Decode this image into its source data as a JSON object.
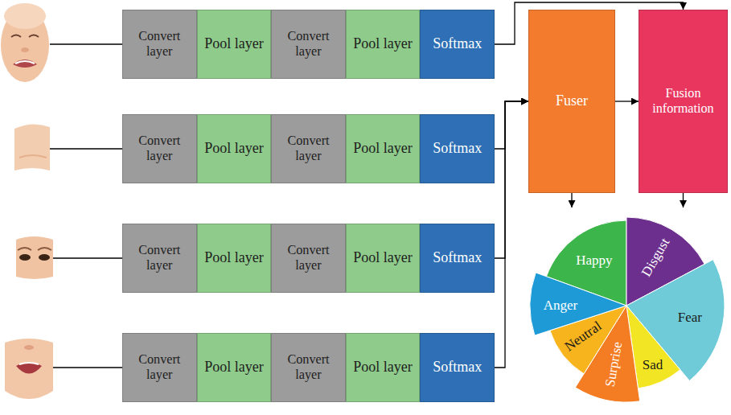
{
  "diagram": {
    "nodes": [
      {
        "text": [
          "Convert layer"
        ]
      },
      {
        "text": [
          "Pool layer"
        ]
      },
      {
        "text": [
          "Convert layer"
        ]
      },
      {
        "text": [
          "Pool layer"
        ]
      },
      {
        "text": [
          "Softmax"
        ]
      },
      {
        "text": [
          "Convert layer"
        ]
      },
      {
        "text": [
          "Pool layer"
        ]
      },
      {
        "text": [
          "Convert layer"
        ]
      },
      {
        "text": [
          "Pool layer"
        ]
      },
      {
        "text": [
          "Softmax"
        ]
      },
      {
        "text": [
          "Convert layer"
        ]
      },
      {
        "text": [
          "Pool layer"
        ]
      },
      {
        "text": [
          "Convert layer"
        ]
      },
      {
        "text": [
          "Pool layer"
        ]
      },
      {
        "text": [
          "Softmax"
        ]
      },
      {
        "text": [
          "Convert layer"
        ]
      },
      {
        "text": [
          "Pool layer"
        ]
      },
      {
        "text": [
          "Convert layer"
        ]
      },
      {
        "text": [
          "Pool layer"
        ]
      },
      {
        "text": [
          "Softmax"
        ]
      },
      {
        "text": [
          "Fuser"
        ]
      },
      {
        "text": [
          "Fusion information"
        ]
      },
      {
        "text": [
          "Happy",
          "Disgust",
          "Fear",
          "Sad",
          "Surprise",
          "Neutral",
          "Anger"
        ]
      }
    ],
    "edges": [
      {
        "from": 4,
        "to": 21,
        "arrow": "to"
      },
      {
        "from": 9,
        "to": 20,
        "arrow": "to"
      },
      {
        "from": 14,
        "to": 20,
        "arrow": "to"
      },
      {
        "from": 19,
        "to": 20,
        "arrow": "to"
      },
      {
        "from": 20,
        "to": 21,
        "arrow": "to"
      },
      {
        "from": 20,
        "to": 22,
        "arrow": "to"
      },
      {
        "from": 21,
        "to": 22,
        "arrow": "to"
      }
    ]
  }
}
